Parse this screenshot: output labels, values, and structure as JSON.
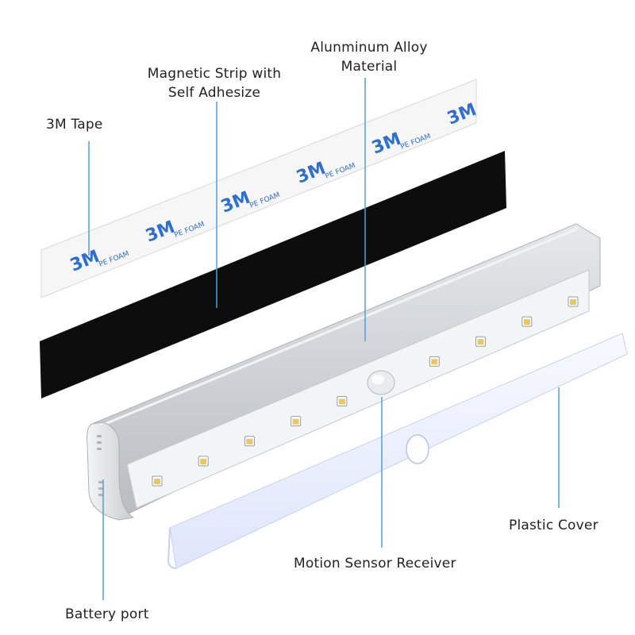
{
  "labels": {
    "tape": "3M Tape",
    "magnetic_line1": "Magnetic Strip with",
    "magnetic_line2": "Self Adhesize",
    "aluminum_line1": "Alunminum Alloy",
    "aluminum_line2": "Material",
    "plastic_cover": "Plastic Cover",
    "motion_sensor": "Motion Sensor Receiver",
    "battery_port": "Battery port"
  },
  "tape_print": {
    "logo": "3M",
    "text": "PE FOAM"
  },
  "colors": {
    "leader_line": "#5b9bd5",
    "magnetic_strip": "#0d0d0d",
    "tape_logo": "#2f6fd0",
    "housing": "#d3d6da",
    "led_panel": "#f3f4f6",
    "led_chip": "#e8c766",
    "cover": "#e9eefc"
  },
  "led_count": 10
}
